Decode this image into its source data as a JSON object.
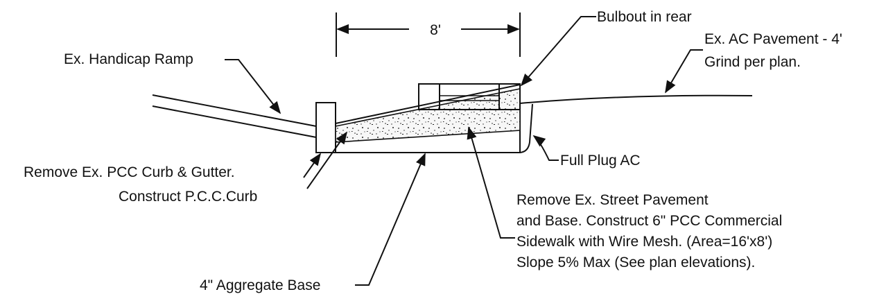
{
  "colors": {
    "ink": "#111111",
    "background": "#ffffff",
    "aggregate_fill": "#f7f7f7"
  },
  "dimension": {
    "label": "8'"
  },
  "labels": {
    "bulbout": "Bulbout in rear",
    "ac_pavement_line1": "Ex. AC Pavement - 4'",
    "ac_pavement_line2": "Grind per plan.",
    "handicap_ramp": "Ex. Handicap Ramp",
    "full_plug": "Full Plug AC",
    "remove_curb_line1": "Remove  Ex. PCC Curb & Gutter.",
    "remove_curb_line2": "Construct P.C.C.Curb",
    "sidewalk_line1": "Remove Ex. Street Pavement",
    "sidewalk_line2": "and Base.  Construct 6\" PCC Commercial",
    "sidewalk_line3": "Sidewalk with Wire Mesh. (Area=16'x8')",
    "sidewalk_line4": "Slope 5% Max (See plan elevations).",
    "aggregate_base": "4\" Aggregate Base"
  }
}
